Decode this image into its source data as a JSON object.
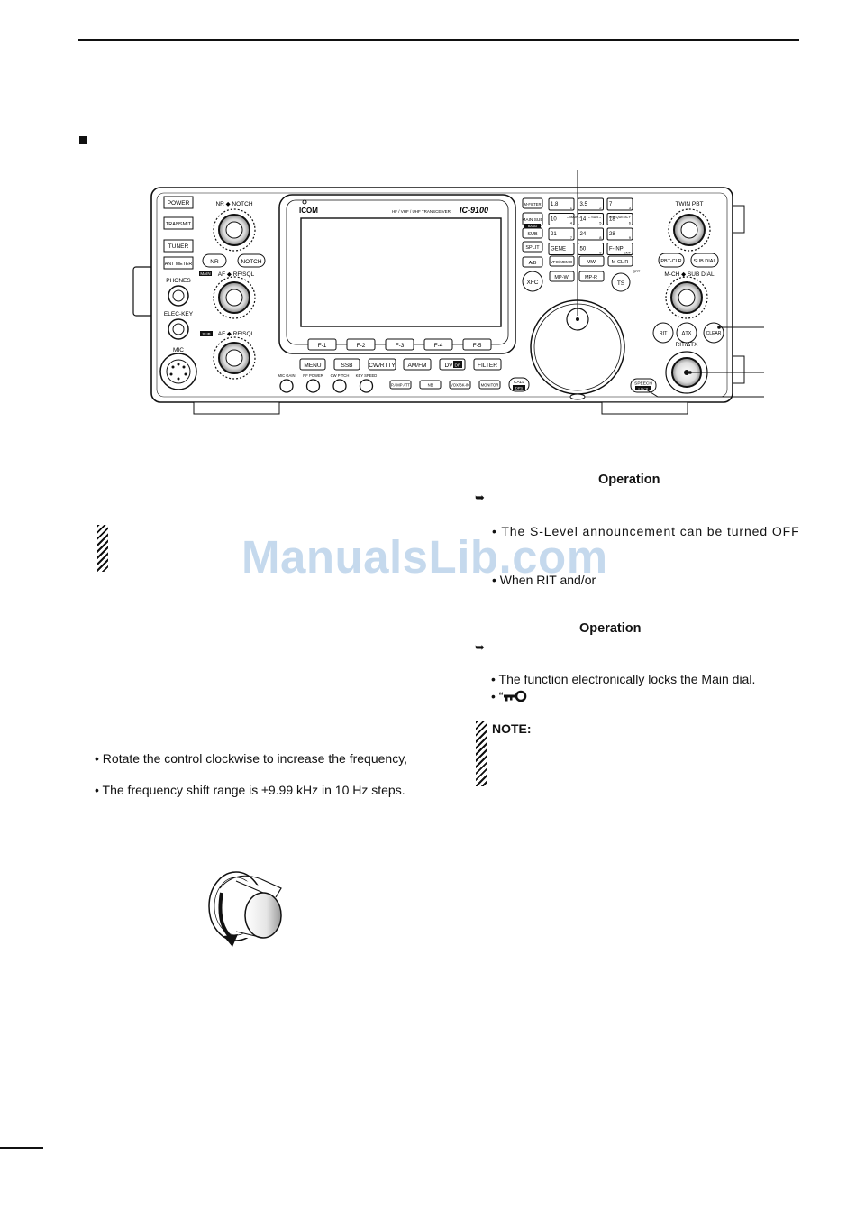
{
  "radio": {
    "brand": "ICOM",
    "model_caption": "HF / VHF / UHF TRANSCEIVER",
    "model": "IC-9100",
    "left_buttons": [
      "POWER",
      "TRANSMIT",
      "TUNER",
      "ANT METER"
    ],
    "left_labels": {
      "phones": "PHONES",
      "elec_key": "ELEC-KEY",
      "mic": "MIC"
    },
    "knob_labels": {
      "nr_notch": "NR ◆ NOTCH",
      "af_rf_main": "AF ◆ RF/SQL",
      "af_rf_sub": "AF ◆ RF/SQL",
      "main_tag": "MAIN",
      "sub_tag": "SUB"
    },
    "nr_buttons": [
      "NR",
      "NOTCH"
    ],
    "function_keys": [
      "F-1",
      "F-2",
      "F-3",
      "F-4",
      "F-5"
    ],
    "mode_buttons": [
      "MENU",
      "SSB",
      "CW/RTTY",
      "AM/FM",
      "DV",
      "FILTER"
    ],
    "dv_tag": "DR",
    "small_knob_labels": [
      "MIC GAIN",
      "RF POWER",
      "CW PITCH",
      "KEY SPEED"
    ],
    "bottom_buttons": [
      "P.AMP ATT",
      "NB",
      "VOX/BK-IN",
      "MONITOR"
    ],
    "call_button": "CALL",
    "call_tag": "DPS",
    "speech_button": "SPEECH",
    "speech_tag": "LOCK",
    "center_left_buttons": [
      "M-FILTER",
      "MAIN SUB",
      "SUB",
      "SPLIT",
      "A/B",
      "XFC"
    ],
    "main_sub_tag": "BAND",
    "keypad": [
      {
        "label": "1.8",
        "num": "1"
      },
      {
        "label": "3.5",
        "num": "2"
      },
      {
        "label": "7",
        "num": "3"
      },
      {
        "label": "10",
        "num": "4"
      },
      {
        "label": "14",
        "num": "5"
      },
      {
        "label": "18",
        "num": "6"
      },
      {
        "label": "21",
        "num": "7"
      },
      {
        "label": "24",
        "num": "8"
      },
      {
        "label": "28",
        "num": "9"
      },
      {
        "label": "GENE",
        "num": "·"
      },
      {
        "label": "50",
        "num": "0"
      },
      {
        "label": "F-INP",
        "num": "ENT"
      }
    ],
    "keypad_group_labels": [
      "←MAIN→",
      "←SUB→",
      "FREQUENCY"
    ],
    "memory_buttons": [
      "VFO/MEMO",
      "MW",
      "M-CL R",
      "MP-W",
      "MP-R",
      "TS"
    ],
    "ts_tag": "QRT",
    "right_labels": {
      "twin_pbt": "TWIN PBT",
      "mch_sub": "M-CH ◆ SUB DIAL",
      "rit_dtx": "RIT/ΔTX"
    },
    "right_buttons": [
      "PBT-CLR",
      "SUB DIAL",
      "RIT",
      "ΔTX",
      "CLEAR"
    ]
  },
  "right_column": {
    "sec1_heading": "Operation",
    "sec1_bullet1": "• The S-Level announcement can be turned OFF",
    "sec1_bullet2": "• When RIT and/or",
    "sec2_heading": "Operation",
    "sec2_bullet1": "• The function electronically locks the Main dial.",
    "sec2_bullet2_prefix": "• “",
    "key_icon": "key-icon",
    "note_heading": "NOTE:"
  },
  "left_column": {
    "bullet1": "• Rotate the control clockwise to increase the frequency,",
    "bullet2": "• The frequency shift range is ±9.99 kHz in 10 Hz steps."
  },
  "watermark": "ManualsLib.com"
}
